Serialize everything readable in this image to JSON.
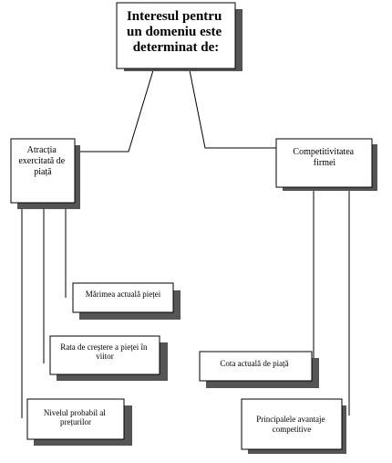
{
  "root": {
    "lines": [
      "Interesul pentru",
      "un domeniu este",
      "determinat de:"
    ]
  },
  "left_branch": {
    "head": {
      "lines": [
        "Atracția",
        "exercitată de",
        "piață"
      ]
    },
    "items": [
      {
        "lines": [
          "Mărimea actuală pieței"
        ]
      },
      {
        "lines": [
          "Rata de creștere a pieței în",
          "viitor"
        ]
      },
      {
        "lines": [
          "Nivelul probabil al",
          "prețurilor"
        ]
      }
    ]
  },
  "right_branch": {
    "head": {
      "lines": [
        "Competitivitatea",
        "firmei"
      ]
    },
    "items": [
      {
        "lines": [
          "Cota actuală de piață"
        ]
      },
      {
        "lines": [
          "Principalele avantaje",
          "competitive"
        ]
      }
    ]
  }
}
